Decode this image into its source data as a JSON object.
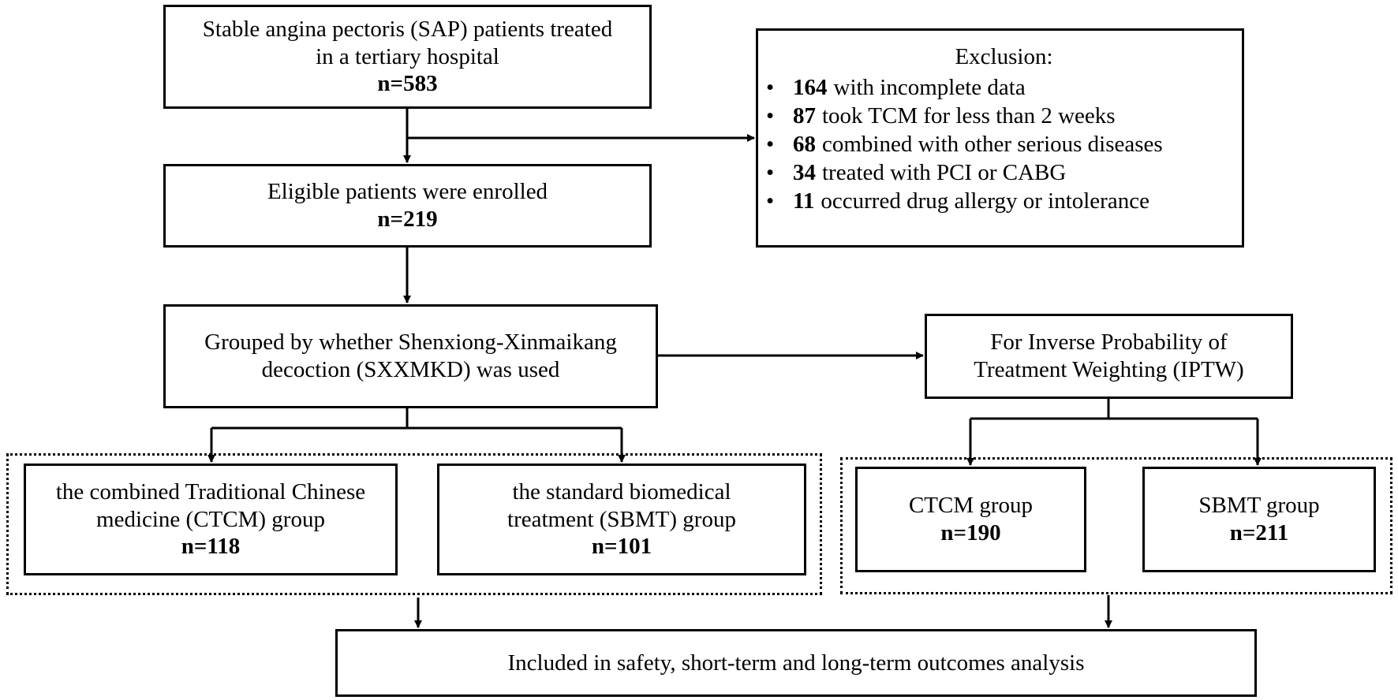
{
  "boxes": {
    "sap": {
      "line1": "Stable angina pectoris (SAP) patients treated",
      "line2": "in a tertiary hospital",
      "n": "n=583"
    },
    "enrolled": {
      "line1": "Eligible patients were enrolled",
      "n": "n=219"
    },
    "grouped": {
      "line1": "Grouped by whether Shenxiong-Xinmaikang",
      "line2": "decoction (SXXMKD) was used"
    },
    "iptw": {
      "line1": "For Inverse Probability of",
      "line2": "Treatment Weighting (IPTW)"
    },
    "ctcm": {
      "line1": "the combined Traditional Chinese",
      "line2": "medicine (CTCM) group",
      "n": "n=118"
    },
    "sbmt": {
      "line1": "the standard biomedical",
      "line2": "treatment (SBMT) group",
      "n": "n=101"
    },
    "ctcm_w": {
      "line1": "CTCM group",
      "n": "n=190"
    },
    "sbmt_w": {
      "line1": "SBMT group",
      "n": "n=211"
    },
    "final": {
      "line1": "Included in safety, short-term and long-term outcomes analysis"
    }
  },
  "exclusion": {
    "title": "Exclusion:",
    "items": [
      {
        "count": "164",
        "text": "with incomplete data"
      },
      {
        "count": "87",
        "text": "took TCM for less than 2 weeks"
      },
      {
        "count": "68",
        "text": "combined with other serious diseases"
      },
      {
        "count": "34",
        "text": "treated with PCI or CABG"
      },
      {
        "count": "11",
        "text": "occurred drug allergy or intolerance"
      }
    ]
  }
}
